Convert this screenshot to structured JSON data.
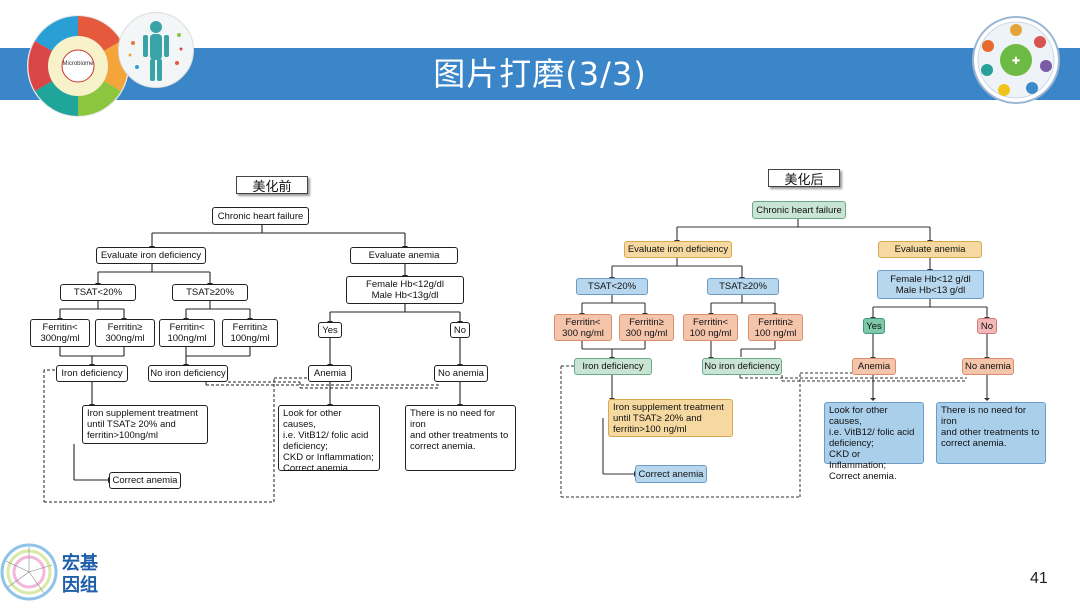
{
  "slide": {
    "title": "图片打磨(3/3)",
    "page_number": "41",
    "brand_line1": "宏基",
    "brand_line2": "因组"
  },
  "logos": {
    "left_wheel_center_label": "Microbiome",
    "left_icon": "microbiome-wheel-icon",
    "body_icon": "human-body-figure-icon",
    "right_icon": "diet-wheel-icon",
    "brand_icon": "phylogenetic-tree-icon"
  },
  "before": {
    "caption": "美化前",
    "chronic": "Chronic heart failure",
    "eval_iron": "Evaluate iron deficiency",
    "eval_anemia": "Evaluate anemia",
    "tsat_low": "TSAT<20%",
    "tsat_high": "TSAT≥20%",
    "ferritin1": "Ferritin<\n300ng/ml",
    "ferritin2": "Ferritin≥\n300ng/ml",
    "ferritin3": "Ferritin<\n100ng/ml",
    "ferritin4": "Ferritin≥\n100ng/ml",
    "hb": "Female Hb<12g/dl\nMale  Hb<13g/dl",
    "yes": "Yes",
    "no": "No",
    "iron_def": "Iron deficiency",
    "no_iron_def": "No iron deficiency",
    "anemia": "Anemia",
    "no_anemia": "No anemia",
    "supplement": "Iron supplement treatment\nuntil TSAT≥ 20% and\nferritin>100ng/ml",
    "other_causes": "Look for other causes,\ni.e. VitB12/ folic acid\ndeficiency;\nCKD or Inflammation;\nCorrect anemia.",
    "no_need": "There is no need for iron\nand other treatments to\ncorrect anemia.",
    "correct": "Correct anemia"
  },
  "after": {
    "caption": "美化后",
    "chronic": "Chronic heart failure",
    "eval_iron": "Evaluate iron deficiency",
    "eval_anemia": "Evaluate anemia",
    "tsat_low": "TSAT<20%",
    "tsat_high": "TSAT≥20%",
    "ferritin1": "Ferritin<\n300 ng/ml",
    "ferritin2": "Ferritin≥\n300 ng/ml",
    "ferritin3": "Ferritin<\n100 ng/ml",
    "ferritin4": "Ferritin≥\n100 ng/ml",
    "hb": "Female Hb<12 g/dl\nMale  Hb<13 g/dl",
    "yes": "Yes",
    "no": "No",
    "iron_def": "Iron deficiency",
    "no_iron_def": "No iron deficiency",
    "anemia": "Anemia",
    "no_anemia": "No anemia",
    "supplement": "Iron supplement treatment\nuntil TSAT≥ 20% and\nferritin>100 ng/ml",
    "other_causes": "Look for other causes,\ni.e. VitB12/ folic acid\ndeficiency;\nCKD or Inflammation;\nCorrect anemia.",
    "no_need": "There is no need for iron\nand other treatments to\ncorrect anemia.",
    "correct": "Correct anemia"
  },
  "colors": {
    "banner": "#3a86c8",
    "green": "#c9e4d3",
    "yellow": "#f6d9a0",
    "blue": "#b7d7ee",
    "salmon": "#f4c4ab",
    "brand_text": "#1f5ea8"
  }
}
